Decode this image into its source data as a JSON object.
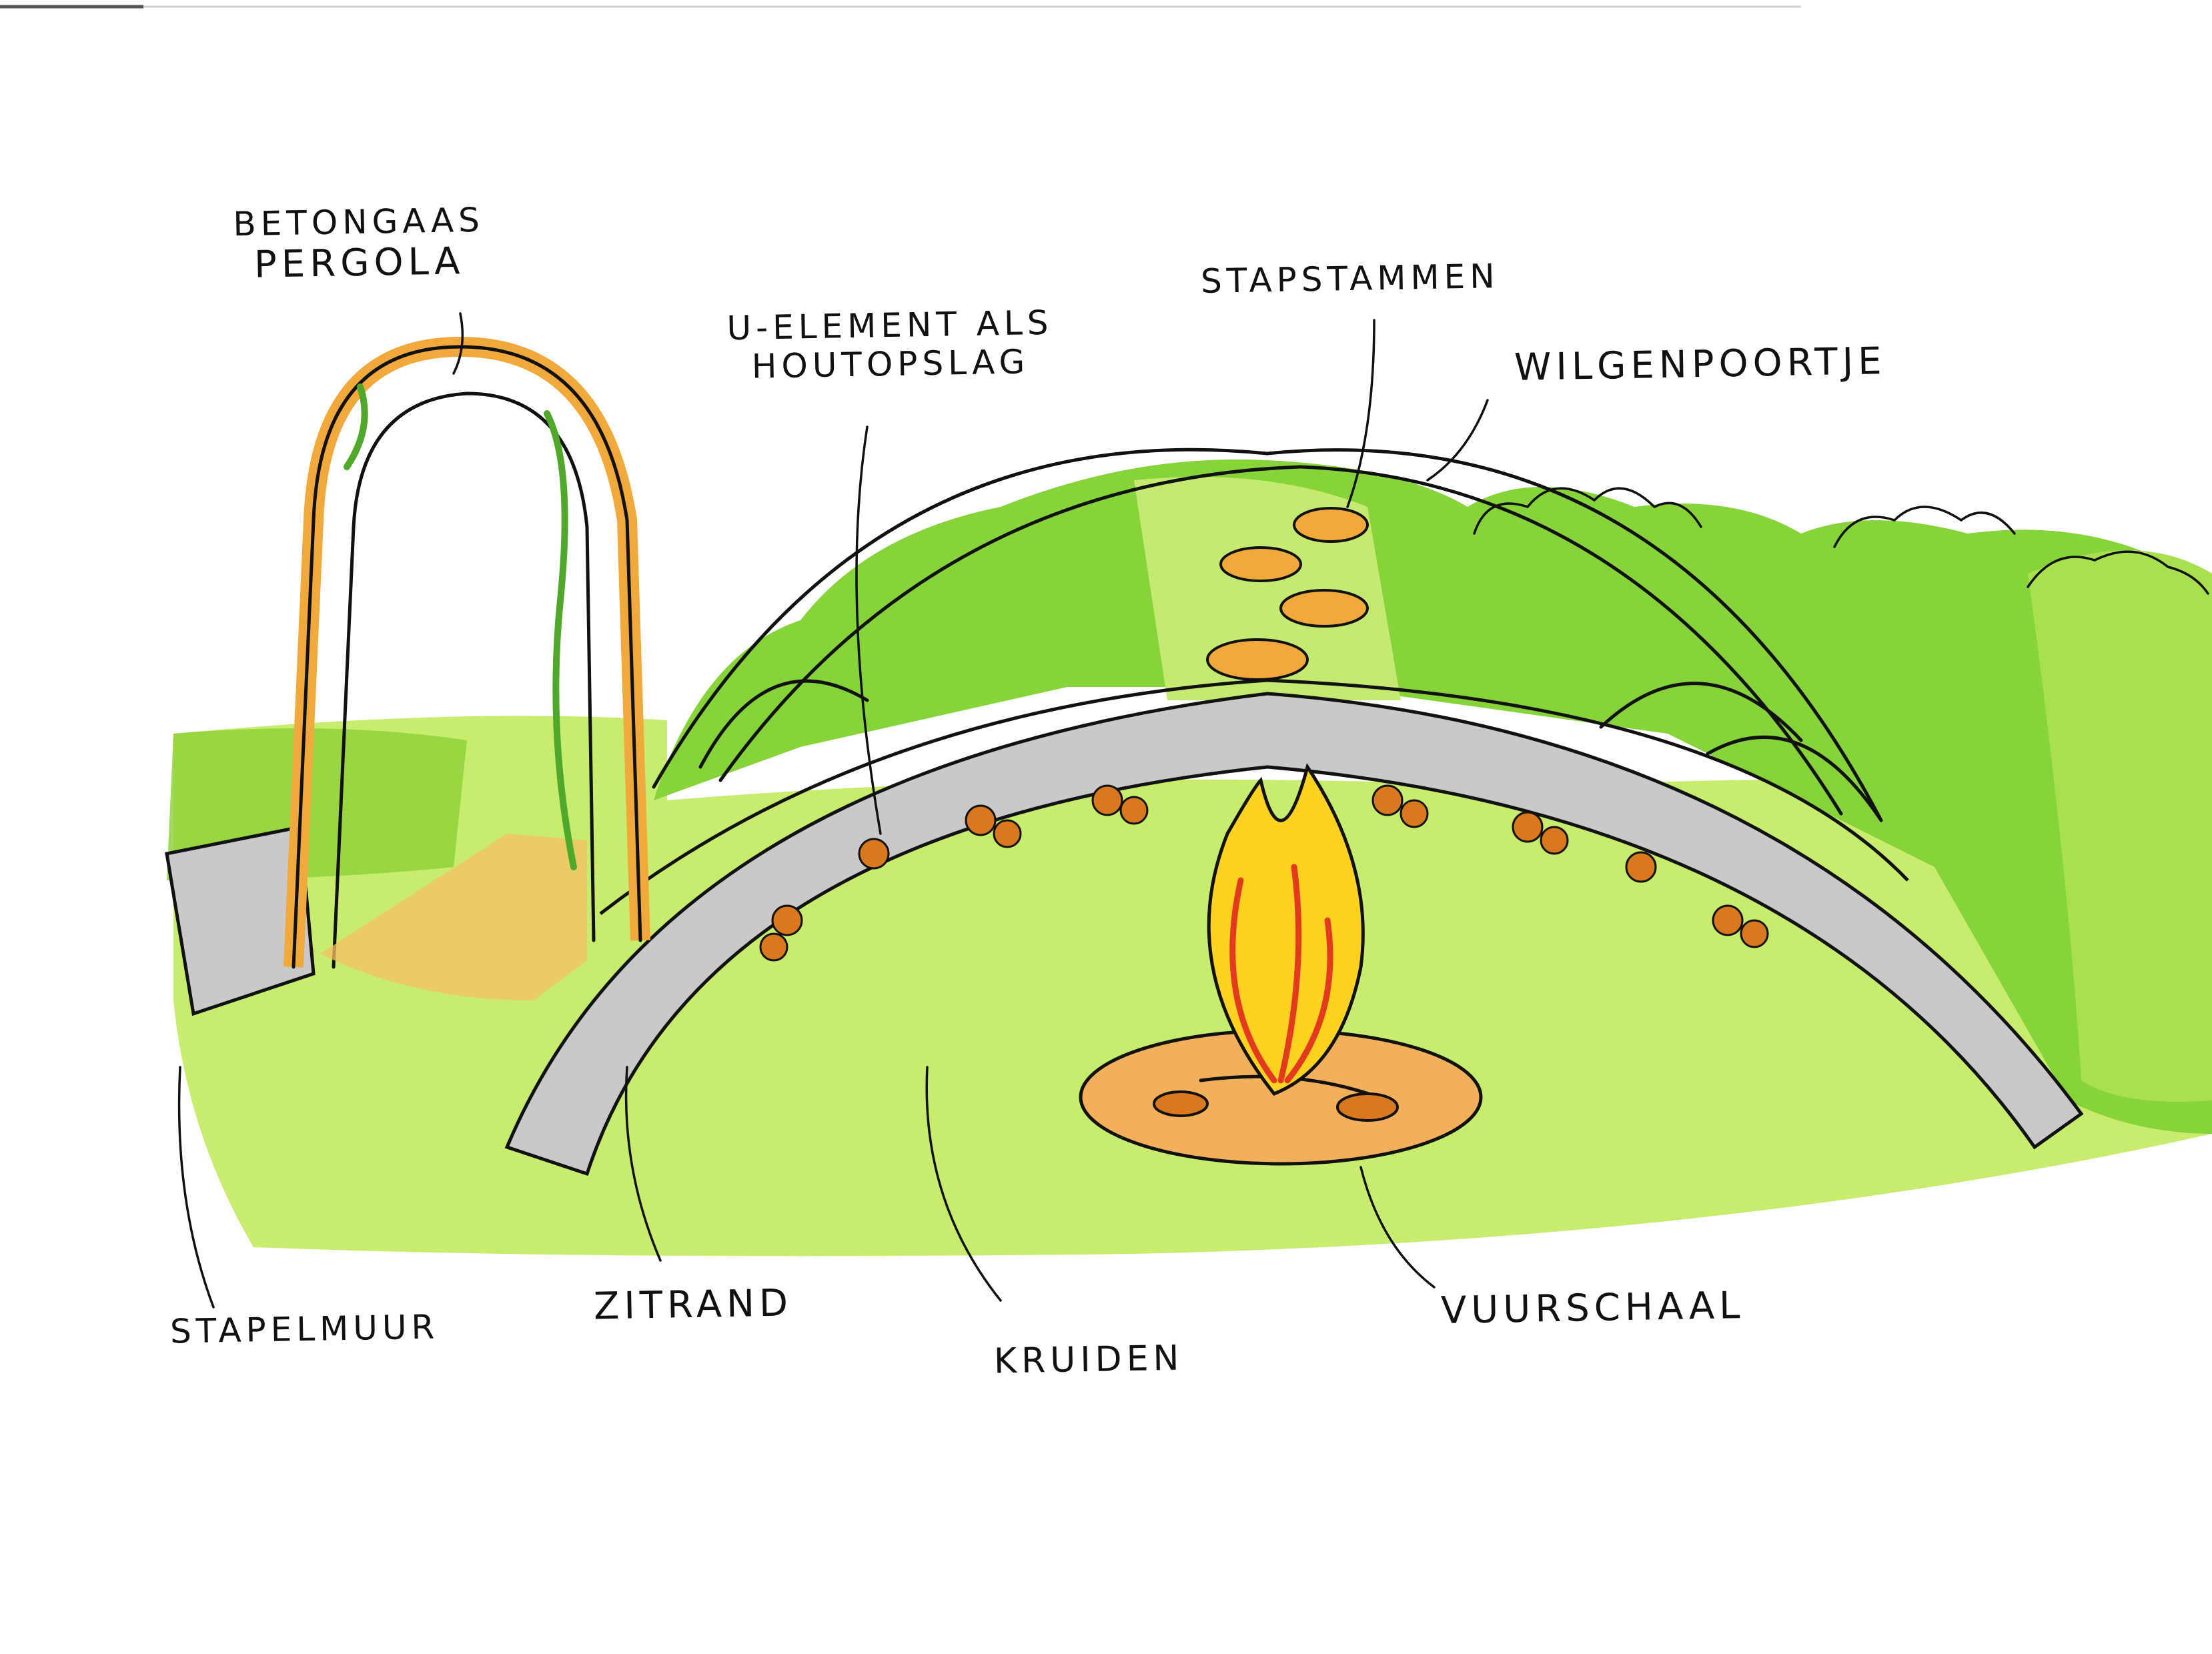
{
  "labels": {
    "pergola_line1": "BETONGAAS",
    "pergola_line2": "PERGOLA",
    "u_element_line1": "U-ELEMENT ALS",
    "u_element_line2": "HOUTOPSLAG",
    "stapstammen": "STAPSTAMMEN",
    "wilgenpoortje": "WILGENPOORTJE",
    "stapelmuur": "STAPELMUUR",
    "zitrand": "ZITRAND",
    "kruiden": "KRUIDEN",
    "vuurschaal": "VUURSCHAAL"
  },
  "colors": {
    "lawn": "#c7ec6e",
    "hedge": "#86d33a",
    "hedge_light": "#a8e04f",
    "stone": "#c9c9c9",
    "stone_dark": "#a9a9a9",
    "wood": "#f0a93a",
    "log": "#d9781f",
    "flame_yellow": "#ffd21f",
    "flame_red": "#e33a1f",
    "ink": "#111111"
  }
}
